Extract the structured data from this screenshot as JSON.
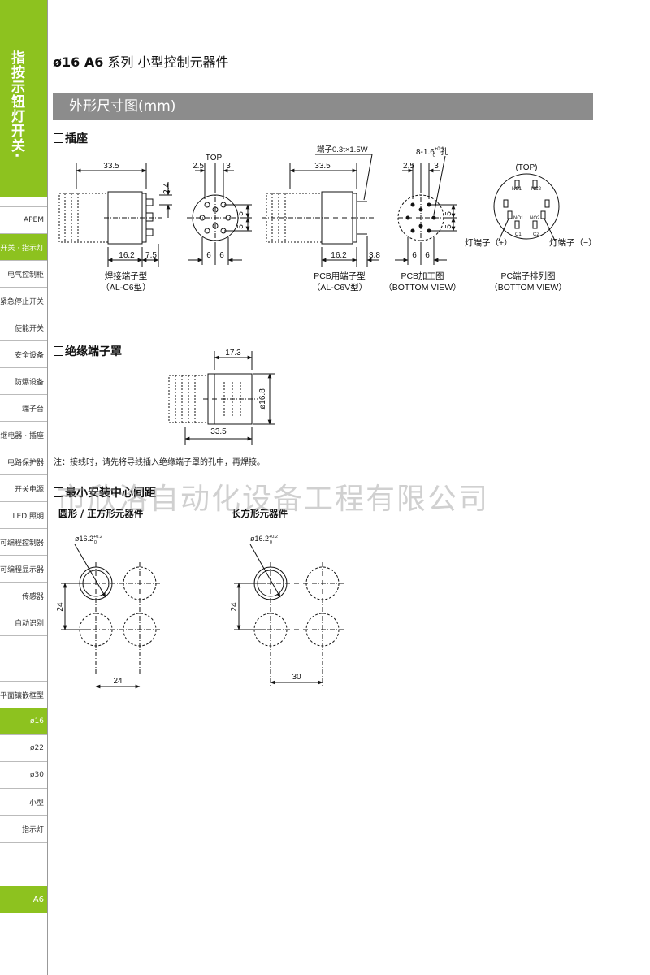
{
  "sidebar": {
    "title": "指按示钮灯开关·",
    "top_items": [
      {
        "label": "APEM",
        "active": false
      },
      {
        "label": "开关 · 指示灯",
        "active": true
      },
      {
        "label": "电气控制柜",
        "active": false
      },
      {
        "label": "紧急停止开关",
        "active": false
      },
      {
        "label": "使能开关",
        "active": false
      },
      {
        "label": "安全设备",
        "active": false
      },
      {
        "label": "防爆设备",
        "active": false
      },
      {
        "label": "端子台",
        "active": false
      },
      {
        "label": "继电器 · 插座",
        "active": false
      },
      {
        "label": "电路保护器",
        "active": false
      },
      {
        "label": "开关电源",
        "active": false
      },
      {
        "label": "LED 照明",
        "active": false
      },
      {
        "label": "可编程控制器",
        "active": false
      },
      {
        "label": "可编程显示器",
        "active": false
      },
      {
        "label": "传感器",
        "active": false
      },
      {
        "label": "自动识别",
        "active": false
      }
    ],
    "mid_items": [
      {
        "label": "平面镶嵌框型",
        "active": false
      },
      {
        "label": "ø16",
        "active": true
      },
      {
        "label": "ø22",
        "active": false
      },
      {
        "label": "ø30",
        "active": false
      },
      {
        "label": "小型",
        "active": false
      },
      {
        "label": "指示灯",
        "active": false
      }
    ],
    "footer": "A6"
  },
  "header": {
    "title_bold": "ø16 A6",
    "title_rest": " 系列 小型控制元器件"
  },
  "section_title": "外形尺寸图(mm)",
  "socket": {
    "heading": "插座",
    "d1": {
      "top_dim": "33.5",
      "right_dim": "2.4",
      "bottom_dims": [
        "16.2",
        "7.5"
      ],
      "caption1": "焊接端子型",
      "caption2": "（AL-C6型）"
    },
    "d2": {
      "top": "TOP",
      "dims_top": [
        "2.5",
        "3"
      ],
      "dims_right": [
        "5",
        "5"
      ],
      "dims_bottom": [
        "6",
        "6"
      ]
    },
    "d3": {
      "terminal": "端子0.3t×1.5W",
      "top_dim": "33.5",
      "bottom_dims": [
        "16.2",
        "3.8"
      ],
      "caption1": "PCB用端子型",
      "caption2": "（AL-C6V型）"
    },
    "d4": {
      "hole": "8-1.6",
      "hole_tol_up": "+0.1",
      "hole_tol_down": "0",
      "hole_suffix": "孔",
      "dims_top": [
        "2.5",
        "3"
      ],
      "dims_right": [
        "5",
        "5"
      ],
      "dims_bottom": [
        "6",
        "6"
      ],
      "caption1": "PCB加工图",
      "caption2": "（BOTTOM VIEW）"
    },
    "d5": {
      "top": "(TOP)",
      "pins": [
        "NC1",
        "NC2",
        "NO1",
        "NO2",
        "C1",
        "C2"
      ],
      "left_label": "灯端子（+）",
      "right_label": "灯端子（−）",
      "caption1": "PC端子排列图",
      "caption2": "（BOTTOM VIEW）"
    }
  },
  "cover": {
    "heading": "绝缘端子罩",
    "top_dim": "17.3",
    "bottom_dim": "33.5",
    "side_dim": "ø16.8"
  },
  "note": "注：接线时，请先将导线插入绝缘端子罩的孔中，再焊接。",
  "spacing": {
    "heading": "最小安装中心间距",
    "round_label": "圆形 / 正方形元器件",
    "rect_label": "长方形元器件",
    "dia": "ø16.2",
    "dia_tol_up": "+0.2",
    "dia_tol_down": "0",
    "left_v": "24",
    "left_h": "24",
    "right_v": "24",
    "right_h": "30"
  },
  "watermark": "市欣洛自动化设备工程有限公司"
}
